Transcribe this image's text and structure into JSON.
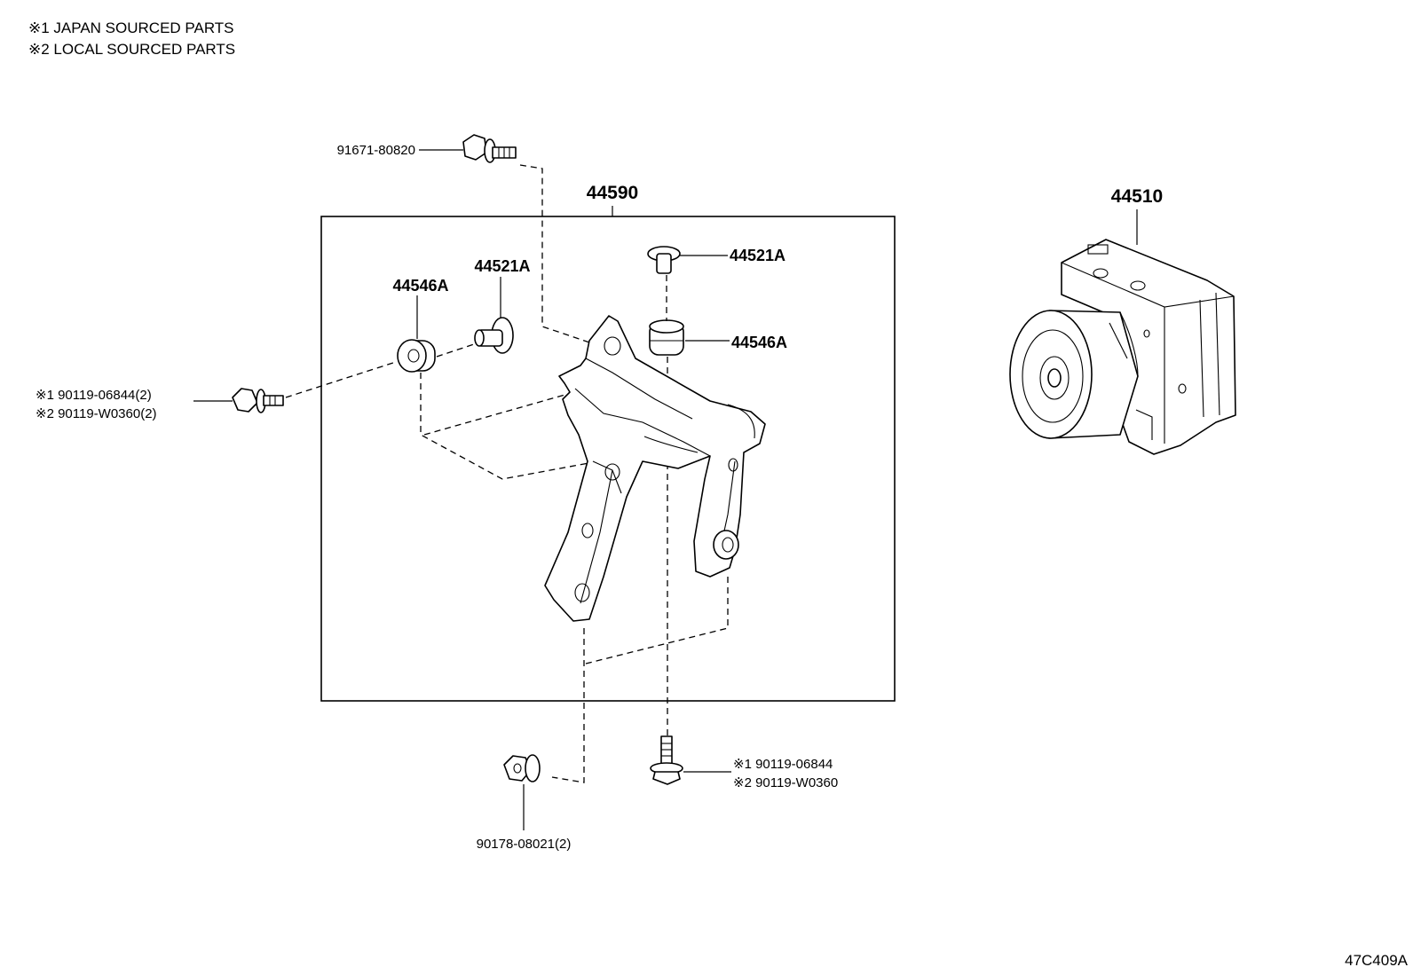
{
  "notes": {
    "note1": "※1 JAPAN SOURCED PARTS",
    "note2": "※2 LOCAL SOURCED PARTS"
  },
  "labels": {
    "bolt_top": "91671-80820",
    "bracket_assembly": "44590",
    "actuator": "44510",
    "collar_left": "44521A",
    "cushion_left": "44546A",
    "collar_right": "44521A",
    "cushion_right": "44546A",
    "bolt_left_1": "※1 90119-06844(2)",
    "bolt_left_2": "※2 90119-W0360(2)",
    "bolt_bottom_1": "※1 90119-06844",
    "bolt_bottom_2": "※2 90119-W0360",
    "nut_bottom": "90178-08021(2)"
  },
  "diagram_code": "47C409A"
}
